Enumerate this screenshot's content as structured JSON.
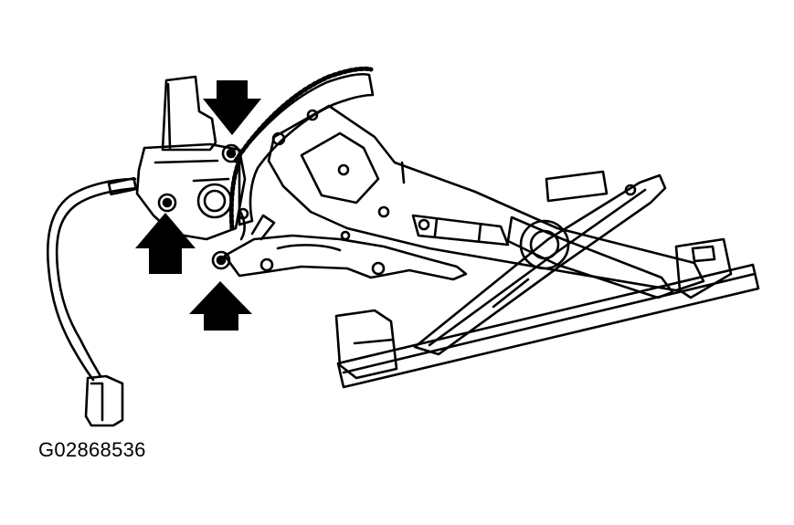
{
  "figure": {
    "code": "G02868536"
  },
  "colors": {
    "line": "#000000",
    "background": "#ffffff",
    "arrow_fill": "#000000"
  },
  "callouts": [
    {
      "name": "arrow-top",
      "direction": "down"
    },
    {
      "name": "arrow-left",
      "direction": "up"
    },
    {
      "name": "arrow-bottom",
      "direction": "up"
    }
  ]
}
